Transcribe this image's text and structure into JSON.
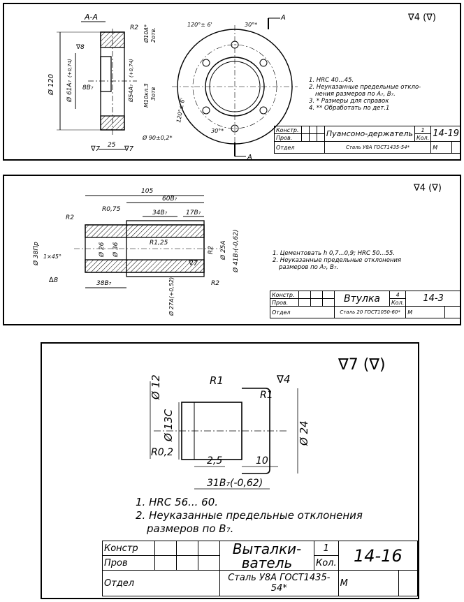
{
  "drawing1": {
    "section_label": "А-А",
    "cut_mark": "А",
    "roughness": "∇4 (∇)",
    "dims": {
      "r2": "R2",
      "d10": "Ø10А*",
      "holes": "2отв.",
      "rough8": "∇8",
      "d120": "Ø 120",
      "d61": "Ø 61А₇",
      "d61_tol": "(+0,74)",
      "b8": "8В₇",
      "d54": "Ø54А₇",
      "d54_tol": "(+0,74)",
      "m10": "M10кл.3",
      "holes3": "3отв",
      "len25": "25",
      "rough7a": "∇7",
      "rough7b": "∇7",
      "angle120": "120°± 6'",
      "angle30a": "30°*",
      "angle120b": "120°± 6'",
      "angle30b": "30°*",
      "d90": "Ø 90±0,2*"
    },
    "notes": [
      "1. HRC 40...45.",
      "2. Неуказанные предельные откло-",
      "нения размеров по А₇, В₇.",
      "3. * Размеры для справок",
      "4. ** Обработать по дет.1"
    ],
    "title_block": {
      "row1_label": "Констр.",
      "row2_label": "Пров.",
      "row3_label": "Отдел",
      "name": "Пуансоно-держатель",
      "qty": "1",
      "qty_label": "Кол.",
      "number": "14-19",
      "material": "Сталь У8А ГОСТ1435-54*",
      "scale": "М"
    }
  },
  "drawing2": {
    "roughness": "∇4 (∇)",
    "dims": {
      "len105": "105",
      "len60": "60В₇",
      "len34": "34В₇",
      "len17": "17В₇",
      "r075": "R0,75",
      "r2a": "R2",
      "d38": "Ø 38Пр",
      "chamfer": "1×45°",
      "rough8": "∆8",
      "d26": "Ø 26",
      "d36": "Ø 36",
      "r125": "R1,25",
      "r2b": "R2",
      "d25": "Ø 25А",
      "d41": "Ø 41В₇(-0,62)",
      "len38": "38В₇",
      "r2c": "R2",
      "d27": "Ø 27А(+0,52)",
      "rough7": "∇7"
    },
    "notes": [
      "1. Цементовать h 0,7...0,9; HRC 50...55.",
      "2. Неуказанные предельные отклонения",
      "размеров по А₇, В₇."
    ],
    "title_block": {
      "row1_label": "Констр.",
      "row2_label": "Пров.",
      "row3_label": "Отдел",
      "name": "Втулка",
      "qty": "4",
      "qty_label": "Кол.",
      "number": "14-3",
      "material": "Сталь 20 ГОСТ1050-60*",
      "scale": "М"
    }
  },
  "drawing3": {
    "roughness": "∇7 (∇)",
    "dims": {
      "d12": "Ø 12",
      "d13": "Ø 13С",
      "r1a": "R1",
      "r1b": "R1",
      "rough4": "∇4",
      "d24": "Ø 24",
      "r02": "R0,2",
      "len25": "2,5",
      "len10": "10",
      "len31": "31В₇(-0,62)"
    },
    "notes": [
      "1. HRC 56... 60.",
      "2. Неуказанные предельные отклонения",
      "размеров по В₇."
    ],
    "title_block": {
      "row1_label": "Констр",
      "row2_label": "Пров",
      "row3_label": "Отдел",
      "name": "Выталки-ватель",
      "qty": "1",
      "qty_label": "Кол.",
      "number": "14-16",
      "material": "Сталь У8А ГОСТ1435-54*",
      "scale": "М"
    }
  }
}
